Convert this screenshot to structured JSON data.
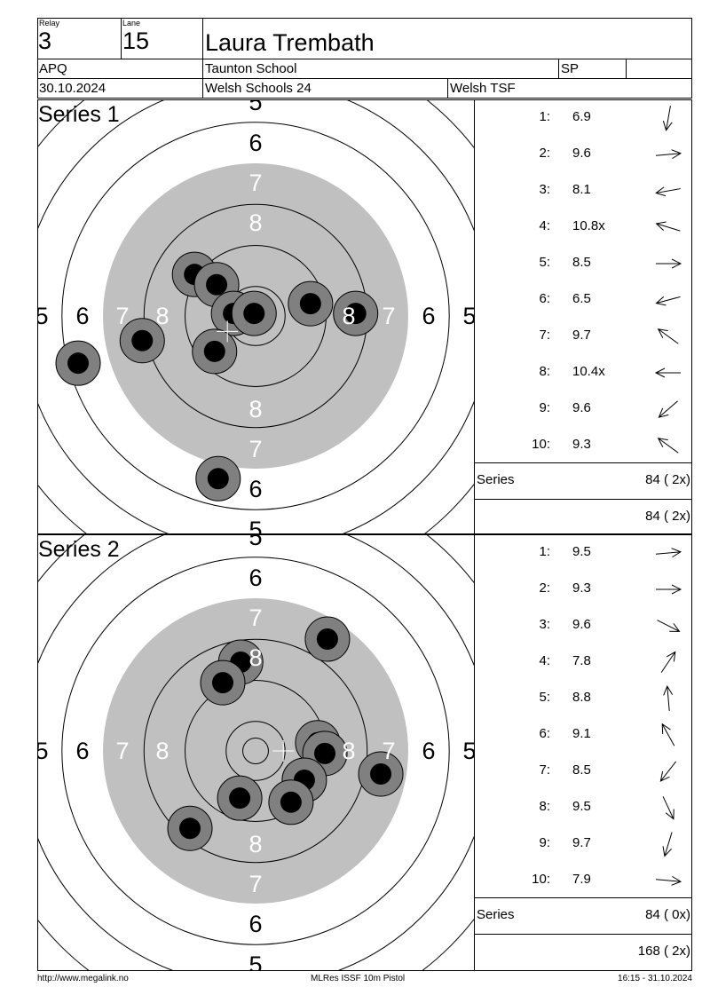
{
  "header": {
    "relay_label": "Relay",
    "relay": "3",
    "lane_label": "Lane",
    "lane": "15",
    "name": "Laura Trembath",
    "class": "APQ",
    "club": "Taunton School",
    "category": "SP",
    "category2": "",
    "date": "30.10.2024",
    "competition": "Welsh Schools 24",
    "organizer": "Welsh TSF"
  },
  "ring_labels": [
    "5",
    "6",
    "7",
    "8"
  ],
  "series": [
    {
      "title": "Series 1",
      "shots": [
        {
          "n": "1:",
          "v": "6.9",
          "dir": 100
        },
        {
          "n": "2:",
          "v": "9.6",
          "dir": -5
        },
        {
          "n": "3:",
          "v": "8.1",
          "dir": 170
        },
        {
          "n": "4:",
          "v": "10.8x",
          "dir": -163
        },
        {
          "n": "5:",
          "v": "8.5",
          "dir": 0
        },
        {
          "n": "6:",
          "v": "6.5",
          "dir": 165
        },
        {
          "n": "7:",
          "v": "9.7",
          "dir": -144
        },
        {
          "n": "8:",
          "v": "10.4x",
          "dir": 180
        },
        {
          "n": "9:",
          "v": "9.6",
          "dir": 139
        },
        {
          "n": "10:",
          "v": "9.3",
          "dir": -144
        }
      ],
      "hits_mm": [
        [
          -11.9,
          -8.1
        ],
        [
          -7.6,
          -6.1
        ],
        [
          -4.3,
          -0.5
        ],
        [
          -0.3,
          -0.5
        ],
        [
          10.7,
          -2.4
        ],
        [
          19.5,
          -0.5
        ],
        [
          -22.1,
          4.8
        ],
        [
          -8.0,
          6.9
        ],
        [
          -34.6,
          9.2
        ],
        [
          -7.3,
          31.7
        ]
      ],
      "mpi_mm": [
        -5.5,
        3.0
      ],
      "series_label": "Series",
      "series_total": "84 ( 2x)",
      "running_total": "84 ( 2x)"
    },
    {
      "title": "Series 2",
      "shots": [
        {
          "n": "1:",
          "v": "9.5",
          "dir": -5
        },
        {
          "n": "2:",
          "v": "9.3",
          "dir": 0
        },
        {
          "n": "3:",
          "v": "9.6",
          "dir": 27
        },
        {
          "n": "4:",
          "v": "7.8",
          "dir": -56
        },
        {
          "n": "5:",
          "v": "8.8",
          "dir": -95
        },
        {
          "n": "6:",
          "v": "9.1",
          "dir": -119
        },
        {
          "n": "7:",
          "v": "8.5",
          "dir": 128
        },
        {
          "n": "8:",
          "v": "9.5",
          "dir": 65
        },
        {
          "n": "9:",
          "v": "9.7",
          "dir": 107
        },
        {
          "n": "10:",
          "v": "7.9",
          "dir": 5
        }
      ],
      "hits_mm": [
        [
          14.0,
          -21.8
        ],
        [
          -2.9,
          -17.3
        ],
        [
          -6.4,
          -13.3
        ],
        [
          12.1,
          -1.6
        ],
        [
          13.5,
          0.5
        ],
        [
          24.4,
          4.5
        ],
        [
          9.5,
          5.7
        ],
        [
          -3.1,
          9.2
        ],
        [
          6.9,
          10.0
        ],
        [
          -12.8,
          15.1
        ]
      ],
      "mpi_mm": [
        5.4,
        0.0
      ],
      "series_label": "Series",
      "series_total": "84 ( 0x)",
      "running_total": "168 ( 2x)"
    }
  ],
  "footer": {
    "url": "http://www.megalink.no",
    "software": "MLRes ISSF 10m Pistol",
    "timestamp": "16:15 - 31.10.2024"
  }
}
